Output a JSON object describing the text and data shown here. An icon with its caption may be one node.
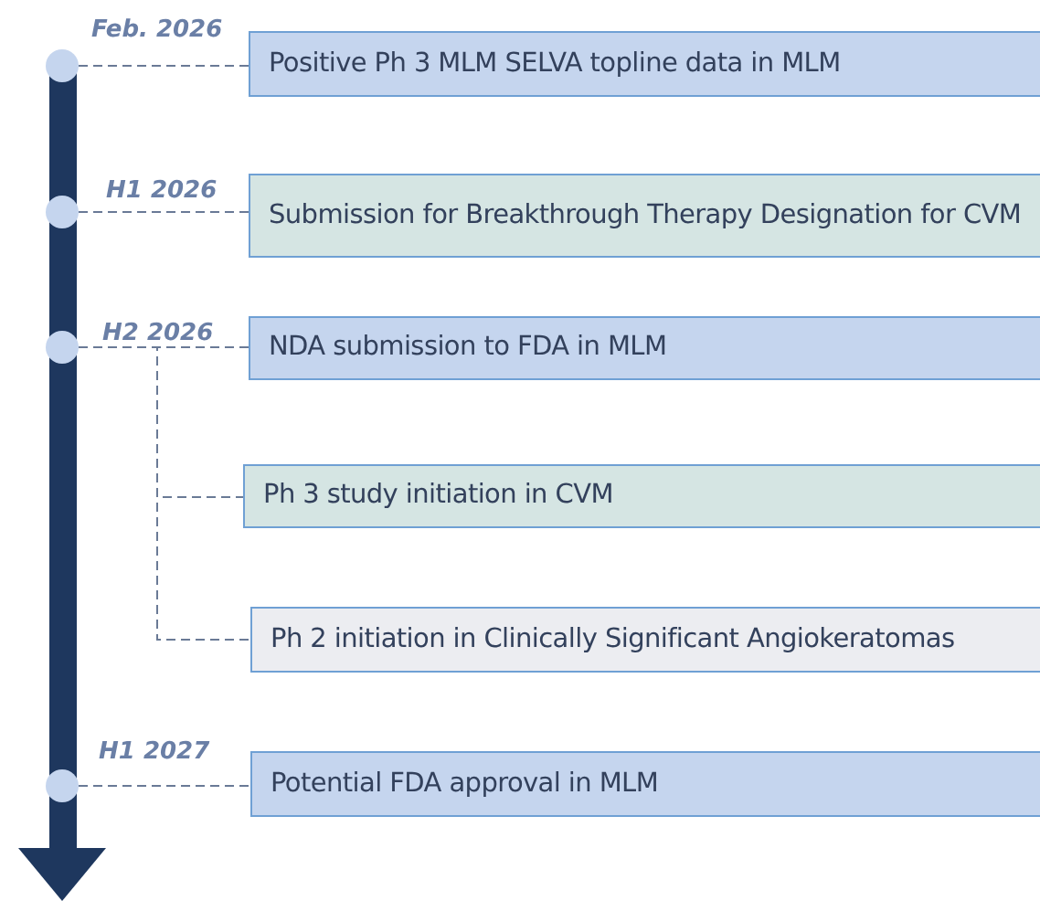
{
  "diagram": {
    "nodes": [
      {
        "text": [],
        "shape": "circle",
        "beside": [
          "Feb. 2026"
        ]
      },
      {
        "text": [
          "Positive Ph 3 MLM SELVA topline data in MLM"
        ]
      },
      {
        "text": [],
        "shape": "circle",
        "beside": [
          "H1 2026"
        ]
      },
      {
        "text": [
          "Submission for Breakthrough Therapy Designation for CVM"
        ]
      },
      {
        "text": [],
        "shape": "circle",
        "beside": [
          "H2 2026"
        ]
      },
      {
        "text": [
          "NDA submission to FDA in MLM"
        ]
      },
      {
        "text": [
          "Ph 3 study initiation in CVM"
        ]
      },
      {
        "text": [
          "Ph 2 initiation in Clinically Significant Angiokeratomas"
        ]
      },
      {
        "text": [],
        "shape": "circle",
        "beside": [
          "H1 2027"
        ]
      },
      {
        "text": [
          "Potential FDA approval in MLM"
        ]
      }
    ],
    "edges": [
      {
        "from": 0,
        "to": 1,
        "arrow": "none",
        "style": "dashed"
      },
      {
        "from": 2,
        "to": 3,
        "arrow": "none",
        "style": "dashed"
      },
      {
        "from": 4,
        "to": 5,
        "arrow": "none",
        "style": "dashed"
      },
      {
        "from": 4,
        "to": 6,
        "arrow": "none",
        "style": "dashed"
      },
      {
        "from": 4,
        "to": 7,
        "arrow": "none",
        "style": "dashed"
      },
      {
        "from": 8,
        "to": 9,
        "arrow": "none",
        "style": "dashed"
      }
    ]
  }
}
